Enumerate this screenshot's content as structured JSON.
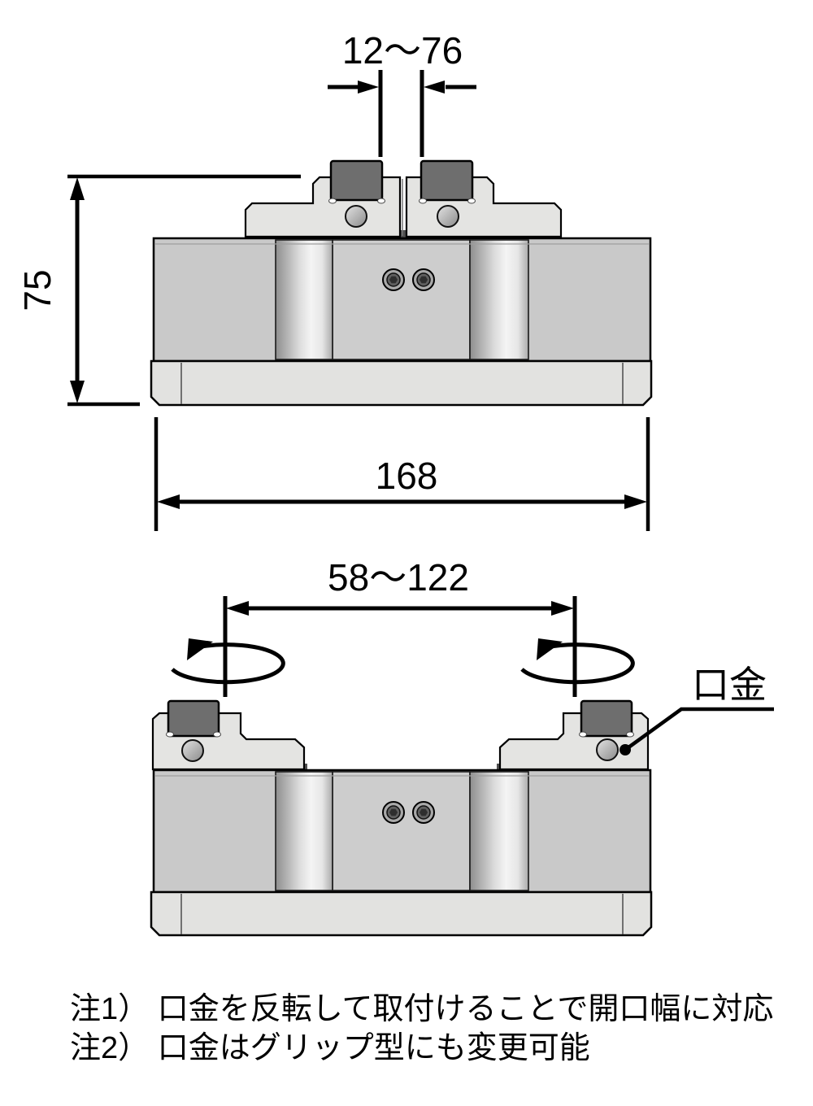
{
  "top_view": {
    "opening_dim": "12～76",
    "height_dim": "75",
    "width_dim": "168"
  },
  "bottom_view": {
    "opening_dim": "58～122",
    "jaw_label": "口金"
  },
  "notes": {
    "note1": "注1） 口金を反転して取付けることで開口幅に対応",
    "note2": "注2） 口金はグリップ型にも変更可能"
  },
  "colors": {
    "line": "#000000",
    "jaw_plate": "#e4e4e2",
    "jaw_block": "#6e6e6e",
    "body": "#c9c9c9",
    "body_center": "#cdcdcd",
    "base": "#e2e2e0",
    "gap_shadow": "#4f4f4f"
  }
}
